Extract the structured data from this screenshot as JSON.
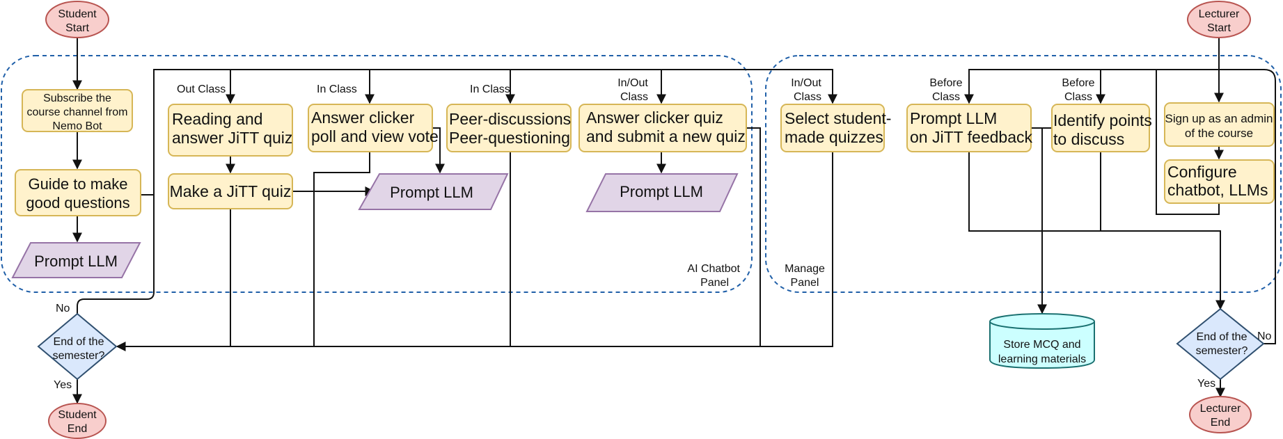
{
  "colors": {
    "process_fill": "#fff2cc",
    "process_stroke": "#d6b656",
    "terminal_fill": "#f8cecc",
    "terminal_stroke": "#b85450",
    "io_fill": "#e1d5e7",
    "io_stroke": "#9673a6",
    "decision_fill": "#dae8fc",
    "decision_stroke": "#2f4f6f",
    "store_fill": "#ccffff",
    "store_stroke": "#1a7070",
    "panel_stroke": "#1f5fa8",
    "line": "#111111"
  },
  "terminals": {
    "student_start": [
      "Student",
      "Start"
    ],
    "student_end": [
      "Student",
      "End"
    ],
    "lecturer_start": [
      "Lecturer",
      "Start"
    ],
    "lecturer_end": [
      "Lecturer",
      "End"
    ]
  },
  "student": {
    "subscribe": [
      "Subscribe the",
      "course channel from",
      "Nemo Bot"
    ],
    "guide": [
      "Guide to make",
      "good questions"
    ],
    "prompt_llm": "Prompt LLM",
    "reading": [
      "Reading and",
      "answer JiTT quiz"
    ],
    "make_quiz": "Make a JiTT quiz",
    "answer_poll": [
      "Answer clicker",
      "poll and view vote"
    ],
    "prompt_llm_2": "Prompt LLM",
    "peer": [
      "Peer-discussions",
      "Peer-questioning"
    ],
    "answer_clicker_quiz": [
      "Answer clicker quiz",
      "and submit a new quiz"
    ],
    "prompt_llm_3": "Prompt LLM",
    "decision": [
      "End of the",
      "semester?"
    ],
    "decision_no": "No",
    "decision_yes": "Yes"
  },
  "lecturer": {
    "select_quizzes": [
      "Select student-",
      "made quizzes"
    ],
    "prompt_jitt": [
      "Prompt LLM",
      "on JiTT feedback"
    ],
    "identify_points": [
      "Identify points",
      "to discuss"
    ],
    "sign_up": [
      "Sign up as an admin",
      "of the course"
    ],
    "configure": [
      "Configure",
      "chatbot, LLMs"
    ],
    "store": [
      "Store MCQ and",
      "learning materials"
    ],
    "decision": [
      "End of the",
      "semester?"
    ],
    "decision_no": "No",
    "decision_yes": "Yes"
  },
  "labels": {
    "out_class": "Out Class",
    "in_class_1": "In Class",
    "in_class_2": "In Class",
    "in_out_class_1": [
      "In/Out",
      "Class"
    ],
    "in_out_class_2": [
      "In/Out",
      "Class"
    ],
    "before_class_1": [
      "Before",
      "Class"
    ],
    "before_class_2": [
      "Before",
      "Class"
    ],
    "ai_chatbot_panel": [
      "AI Chatbot",
      "Panel"
    ],
    "manage_panel": [
      "Manage",
      "Panel"
    ]
  }
}
